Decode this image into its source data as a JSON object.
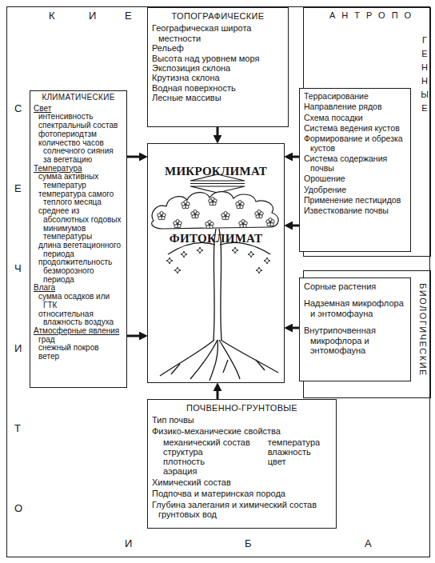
{
  "diagram": {
    "nodes": [
      {
        "text": [
          "А",
          "Б",
          "И",
          "О",
          "Т",
          "И",
          "Ч",
          "Е",
          "С",
          "К",
          "И",
          "Е"
        ]
      },
      {
        "text": [
          "ТОПОГРАФИЧЕСКИЕ",
          "Географическая широта местности",
          "Рельеф",
          "Высота над уровнем моря",
          "Экспозиция склона",
          "Крутизна склона",
          "Водная поверхность",
          "Лесные массивы"
        ],
        "in": 0
      },
      {
        "text": [
          "КЛИМАТИЧЕСКИЕ",
          "Свет",
          "интенсивность",
          "спектральный состав",
          "фотопериодтзм",
          "количество часов солнечного сияния за вегетацию",
          "Температура",
          "сумма активных температур",
          "температура самого теплого месяца",
          "среднее из абсолютных годовых минимумов температуры",
          "длина вегетационного периода",
          "продолжительность безморозного периода",
          "Влага",
          "сумма осадков или ГТК",
          "относительная влажность воздуха",
          "Атмосферные явления",
          "град",
          "снежный покров",
          "ветер"
        ],
        "in": 0
      },
      {
        "text": [
          "АНТРОПО",
          "ГЕННЫЕ"
        ],
        "in": 0
      },
      {
        "text": [
          "Террасирование",
          "Направление рядов",
          "Схема посадки",
          "Система ведения кустов",
          "Формирование и обрезка кустов",
          "Система содержания почвы",
          "Орошение",
          "Удобрение",
          "Применение пестицидов",
          "Известкование почвы"
        ],
        "in": 3
      },
      {
        "text": [
          "МИКРОКЛИМАТ",
          "ФИТОКЛИМАТ"
        ],
        "in": 0
      },
      {
        "text": [
          "БИОЛОГИЧЕСКИЕ"
        ],
        "in": 0
      },
      {
        "text": [
          "Сорные растения",
          "Надземная микрофлора и энтомофауна",
          "Внутрипочвенная микрофлора и энтомофауна"
        ],
        "in": 6
      },
      {
        "text": [
          "ПОЧВЕННО-ГРУНТОВЫЕ",
          "Тип почвы",
          "Физико-механические свойства",
          "механический состав",
          "структура",
          "плотность",
          "аэрация",
          "температура",
          "влажность",
          "цвет",
          "Химический состав",
          "Подпочва и материнская порода",
          "Глубина залегания и химический состав грунтовых вод"
        ],
        "in": 0
      }
    ],
    "edges": [
      {
        "from": 1,
        "to": 5,
        "arrow": "to"
      },
      {
        "from": 2,
        "to": 5,
        "arrow": "to"
      },
      {
        "from": 2,
        "to": 5,
        "arrow": "to"
      },
      {
        "from": 4,
        "to": 5,
        "arrow": "to"
      },
      {
        "from": 4,
        "to": 5,
        "arrow": "to"
      },
      {
        "from": 7,
        "to": 5,
        "arrow": "to"
      },
      {
        "from": 8,
        "to": 5,
        "arrow": "to"
      }
    ]
  }
}
